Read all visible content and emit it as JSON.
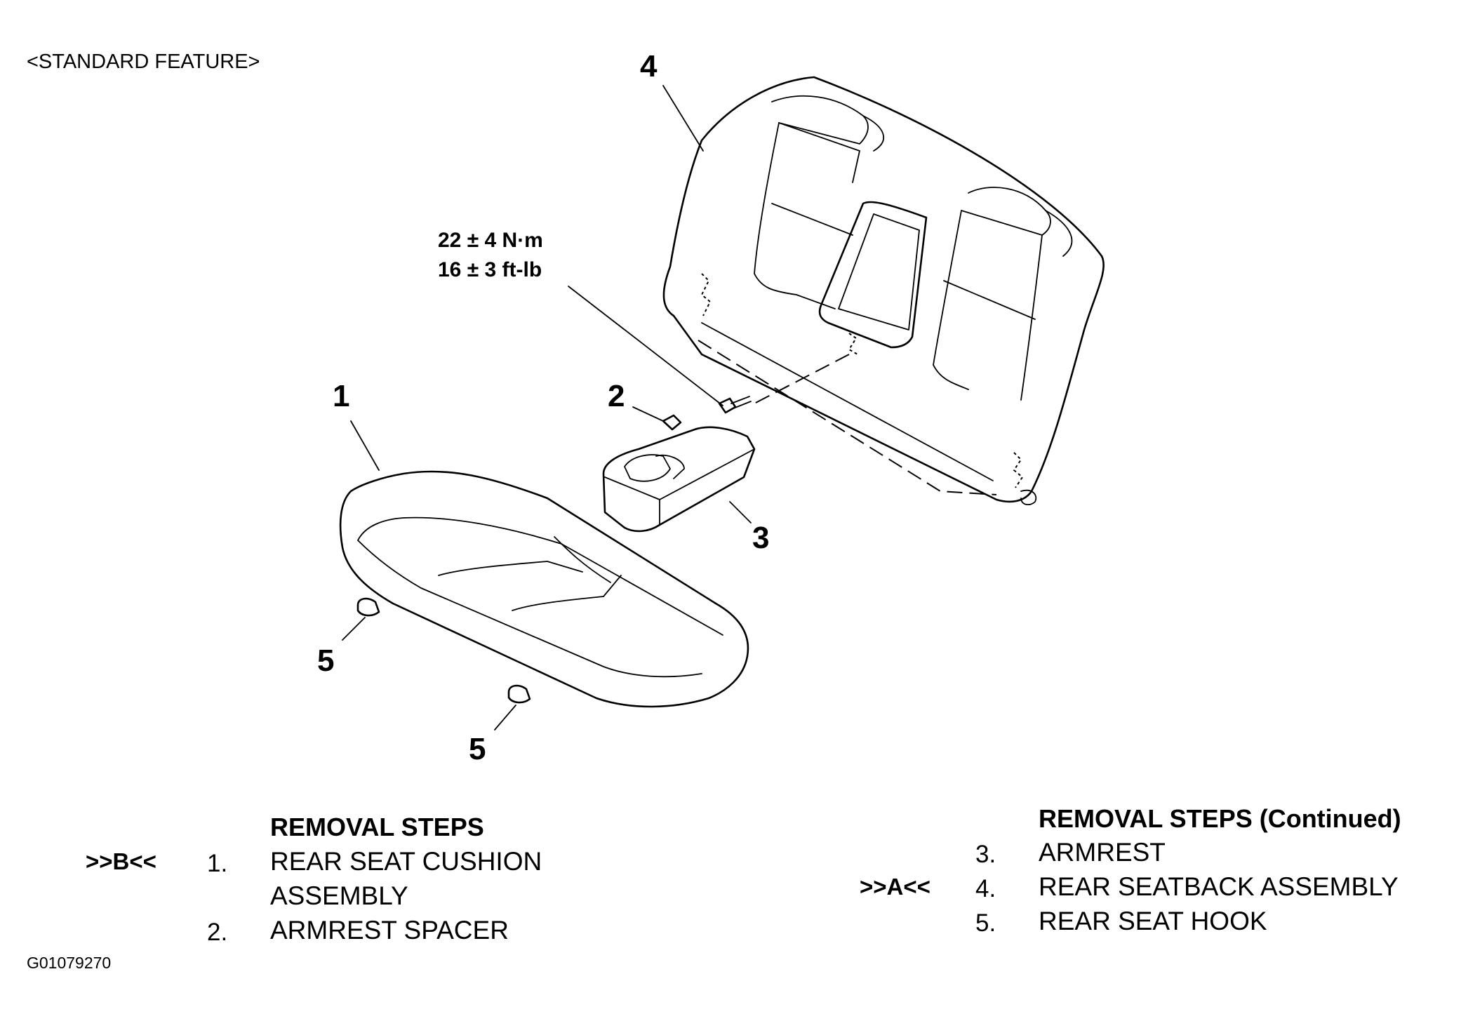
{
  "header": {
    "label": "<STANDARD FEATURE>"
  },
  "figure_id": "G01079270",
  "callouts": {
    "c1": "1",
    "c2": "2",
    "c3": "3",
    "c4": "4",
    "c5a": "5",
    "c5b": "5"
  },
  "torque": {
    "metric": "22 ± 4 N·m",
    "imperial": "16 ± 3 ft-lb"
  },
  "removal_left": {
    "title": "REMOVAL STEPS",
    "steps": [
      {
        "ref": ">>B<<",
        "num": "1.",
        "line1": "REAR SEAT CUSHION",
        "line2": "ASSEMBLY"
      },
      {
        "ref": "",
        "num": "2.",
        "line1": "ARMREST SPACER",
        "line2": ""
      }
    ]
  },
  "removal_right": {
    "title": "REMOVAL STEPS (Continued)",
    "steps": [
      {
        "ref": "",
        "num": "3.",
        "line1": "ARMREST"
      },
      {
        "ref": ">>A<<",
        "num": "4.",
        "line1": "REAR SEATBACK ASSEMBLY"
      },
      {
        "ref": "",
        "num": "5.",
        "line1": "REAR SEAT HOOK"
      }
    ]
  }
}
